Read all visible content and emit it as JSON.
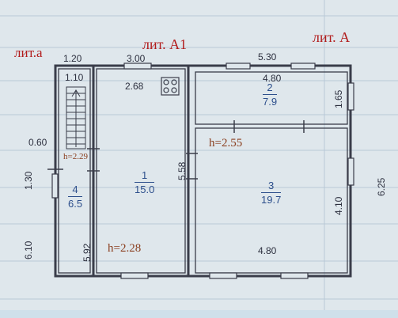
{
  "plan": {
    "building_labels": {
      "lit_a_small": "лит.а",
      "lit_a1": "лит. А1",
      "lit_a_big": "лит. А"
    },
    "exterior_dims": {
      "top_left": "1.20",
      "top_mid": "3.00",
      "top_right": "5.30",
      "right_side": "6.25",
      "left_side": "6.10",
      "left_small": "1.30",
      "left_offset": "0.60"
    },
    "interior_dims": {
      "stair_width": "1.10",
      "room1_top": "2.68",
      "room2_top": "4.80",
      "room2_right": "1.65",
      "partition": "5.58",
      "room3_right": "4.10",
      "room3_bottom": "4.80",
      "room4_side": "5.92"
    },
    "heights": {
      "h_lit_a": "h=2.29",
      "h_lit_a1_top": "h=2.55",
      "h_lit_a1_bottom": "h=2.28"
    },
    "rooms": [
      {
        "number": "1",
        "area": "15.0"
      },
      {
        "number": "2",
        "area": "7.9"
      },
      {
        "number": "3",
        "area": "19.7"
      },
      {
        "number": "4",
        "area": "6.5"
      }
    ],
    "colors": {
      "wall": "#3a3d4a",
      "room_text": "#2d4f8c",
      "lit_text": "#b21c1c",
      "height_text": "#8a3e1e",
      "grid": "#b9c8d6"
    }
  }
}
